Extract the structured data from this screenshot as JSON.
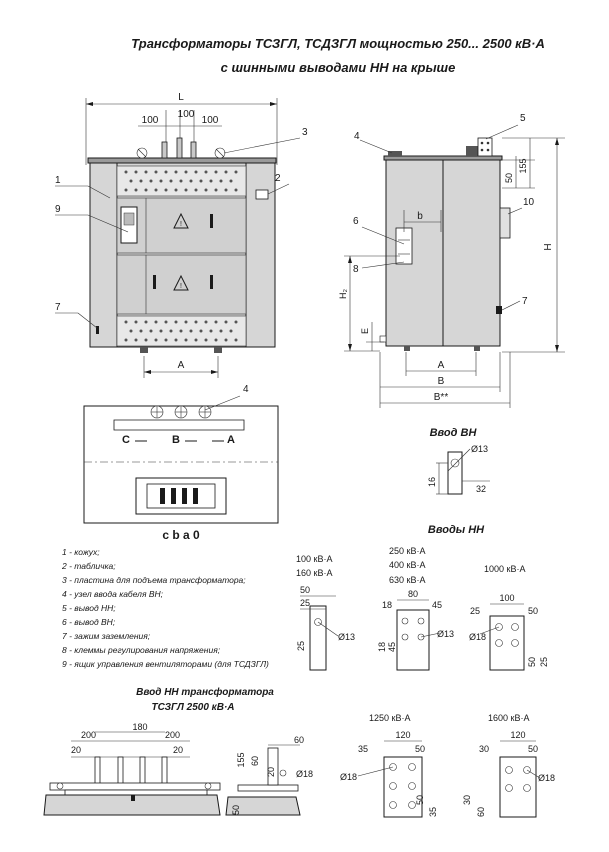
{
  "title": {
    "line1": "Трансформаторы ТСЗГЛ, ТСДЗГЛ мощностью 250... 2500 кВ·А",
    "line2": "с шинными выводами НН на крыше"
  },
  "front_view": {
    "dims": {
      "L": "L",
      "a": "100",
      "b": "100",
      "c": "100",
      "A": "A"
    },
    "callouts": [
      "1",
      "2",
      "3",
      "9",
      "7",
      "4"
    ]
  },
  "side_view": {
    "dims": {
      "d50": "50",
      "d155": "155",
      "H": "H",
      "H2": "H₂",
      "b": "b",
      "E": "E",
      "A": "A",
      "B": "B",
      "B2": "B**"
    },
    "callouts": [
      "4",
      "5",
      "10",
      "6",
      "8",
      "7"
    ]
  },
  "top_view": {
    "phases": [
      "C",
      "B",
      "A"
    ],
    "bottom_label": "c  b a 0"
  },
  "vvod_vn": {
    "title": "Ввод ВН",
    "hole": "Ø13",
    "d16": "16",
    "d32": "32"
  },
  "vvody_nn_title": "Вводы НН",
  "legend": [
    "1 - кожух;",
    "2 - табличка;",
    "3 - пластина для подъема трансформатора;",
    "4 - узел ввода кабеля ВН;",
    "5 - вывод НН;",
    "6 - вывод ВН;",
    "7 - зажим заземления;",
    "8 - клеммы регулирования напряжения;",
    "9 - ящик управления вентиляторами (для ТСДЗГЛ)"
  ],
  "nn_small": {
    "ratings": [
      "100 кВ·А",
      "160 кВ·А"
    ],
    "d50": "50",
    "d25a": "25",
    "d25b": "25",
    "hole": "Ø13"
  },
  "nn_mid": {
    "ratings": [
      "250 кВ·А",
      "400 кВ·А",
      "630 кВ·А"
    ],
    "d80": "80",
    "d18a": "18",
    "d45a": "45",
    "d18b": "18",
    "d45b": "45",
    "hole": "Ø13"
  },
  "nn_1000": {
    "rating": "1000 кВ·А",
    "d100": "100",
    "d25": "25",
    "d50a": "50",
    "d50b": "50",
    "d25b": "25",
    "hole": "Ø18"
  },
  "nn_2500": {
    "title_line1": "Ввод НН трансформатора",
    "title_line2": "ТСЗГЛ 2500 кВ·А",
    "d200a": "200",
    "d180": "180",
    "d200b": "200",
    "d20a": "20",
    "d20b": "20",
    "d60": "60",
    "d155": "155",
    "d60b": "60",
    "d20c": "20",
    "d50": "50",
    "hole": "Ø18"
  },
  "nn_1250": {
    "rating": "1250 кВ·А",
    "d120": "120",
    "d35": "35",
    "d50": "50",
    "hole": "Ø18",
    "d50b": "50",
    "d35b": "35"
  },
  "nn_1600": {
    "rating": "1600 кВ·А",
    "d120": "120",
    "d30": "30",
    "d50": "50",
    "hole": "Ø18",
    "d30b": "30",
    "d60": "60"
  }
}
